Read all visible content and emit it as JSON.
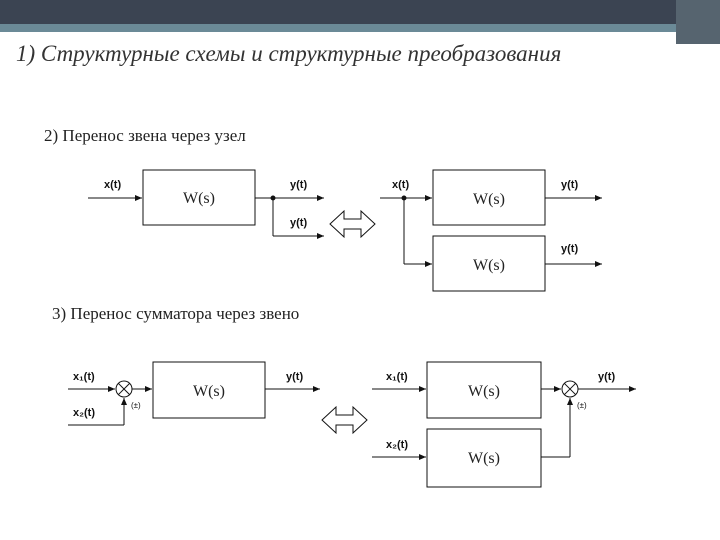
{
  "slide": {
    "title": "1) Структурные схемы и структурные преобразования",
    "section2": "2) Перенос звена через узел",
    "section3": "3) Перенос сумматора через звено"
  },
  "diagram2": {
    "left": {
      "input": "x(t)",
      "block": "W(s)",
      "out1": "y(t)",
      "out2": "y(t)"
    },
    "right": {
      "input": "x(t)",
      "block1": "W(s)",
      "block2": "W(s)",
      "out1": "y(t)",
      "out2": "y(t)"
    }
  },
  "diagram3": {
    "left": {
      "input1": "x₁(t)",
      "input2": "x₂(t)",
      "sign": "(±)",
      "block": "W(s)",
      "output": "y(t)"
    },
    "right": {
      "input1": "x₁(t)",
      "input2": "x₂(t)",
      "block1": "W(s)",
      "block2": "W(s)",
      "sign": "(±)",
      "output": "y(t)"
    }
  },
  "colors": {
    "topbar": "#3b4452",
    "accent": "#6b8a97",
    "line": "#111111"
  }
}
